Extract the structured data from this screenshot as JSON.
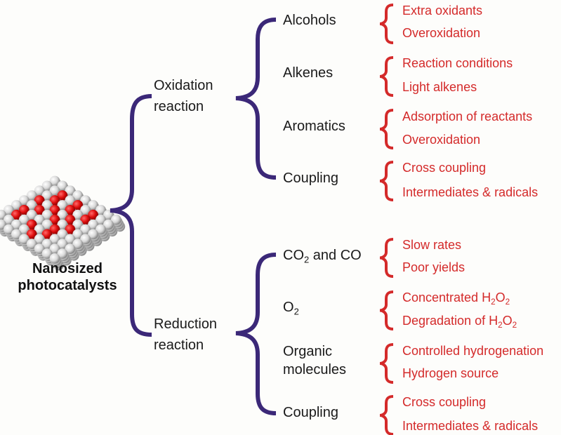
{
  "colors": {
    "bracket_main": "#3b2878",
    "bracket_issue": "#d42a2a",
    "text_main": "#1a1a1a",
    "text_issue": "#d42a2a",
    "atom_light": "#e6e6e6",
    "atom_red": "#e01010"
  },
  "root": {
    "line1": "Nanosized",
    "line2": "photocatalysts",
    "image": "nanoparticle-lattice"
  },
  "branches": [
    {
      "line1": "Oxidation",
      "line2": "reaction",
      "substrates": [
        {
          "label": "Alcohols",
          "issues": [
            "Extra oxidants",
            "Overoxidation"
          ]
        },
        {
          "label": "Alkenes",
          "issues": [
            "Reaction conditions",
            "Light alkenes"
          ]
        },
        {
          "label": "Aromatics",
          "issues": [
            "Adsorption of reactants",
            "Overoxidation"
          ]
        },
        {
          "label": "Coupling",
          "issues": [
            "Cross coupling",
            "Intermediates & radicals"
          ]
        }
      ]
    },
    {
      "line1": "Reduction",
      "line2": "reaction",
      "substrates": [
        {
          "label_main": "CO",
          "label_sub": "2",
          "label_rest": " and CO",
          "issues": [
            "Slow rates",
            "Poor yields"
          ]
        },
        {
          "label_main": "O",
          "label_sub": "2",
          "label_rest": "",
          "issues_rich": [
            {
              "text": "Concentrated H",
              "s1": "2",
              "mid": "O",
              "s2": "2"
            },
            {
              "text": "Degradation of H",
              "s1": "2",
              "mid": "O",
              "s2": "2"
            }
          ]
        },
        {
          "label_line1": "Organic",
          "label_line2": "molecules",
          "issues": [
            "Controlled hydrogenation",
            "Hydrogen source"
          ]
        },
        {
          "label": "Coupling",
          "issues": [
            "Cross coupling",
            "Intermediates & radicals"
          ]
        }
      ]
    }
  ]
}
